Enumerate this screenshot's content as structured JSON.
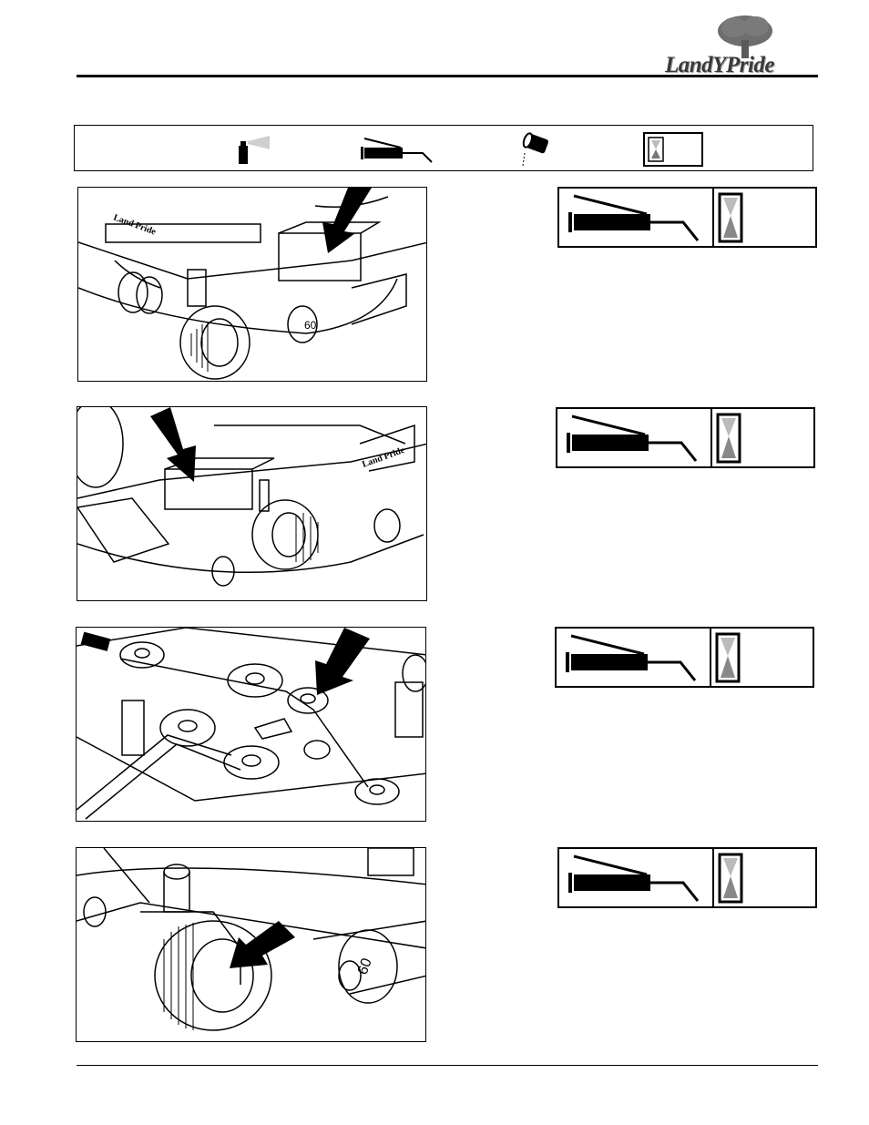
{
  "brand": {
    "logo_text": "LandYPride"
  },
  "legend": {
    "icons": [
      "spray-can-icon",
      "grease-gun-icon",
      "oil-can-icon",
      "hourglass-icon"
    ]
  },
  "sections": [
    {
      "illustration": "gearbox-left-view",
      "arrow_target": "gearbox-fill-plug",
      "deck_labels": [
        "Land Pride",
        "60"
      ],
      "service_icons": [
        "grease-gun-icon",
        "hourglass-icon"
      ]
    },
    {
      "illustration": "gearbox-right-view",
      "arrow_target": "gearbox-fill-plug",
      "deck_labels": [
        "Land Pride"
      ],
      "service_icons": [
        "grease-gun-icon",
        "hourglass-icon"
      ]
    },
    {
      "illustration": "deck-pulleys-view",
      "arrow_target": "idler-pulley-grease-fitting",
      "deck_labels": [],
      "service_icons": [
        "grease-gun-icon",
        "hourglass-icon"
      ]
    },
    {
      "illustration": "caster-wheel-view",
      "arrow_target": "caster-wheel-grease-fitting",
      "deck_labels": [
        "60"
      ],
      "service_icons": [
        "grease-gun-icon",
        "hourglass-icon"
      ]
    }
  ]
}
